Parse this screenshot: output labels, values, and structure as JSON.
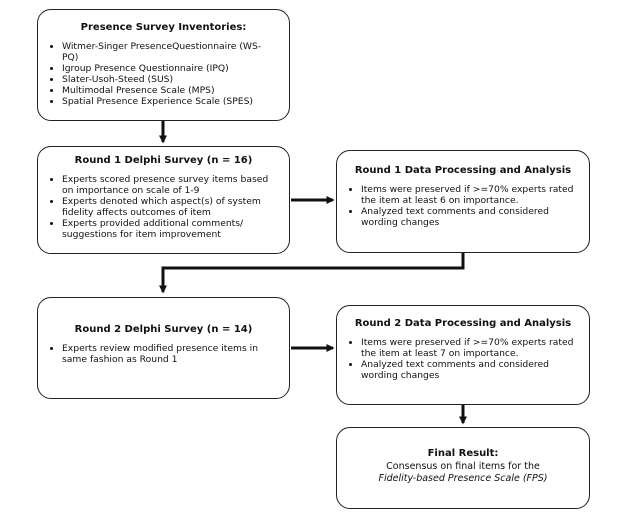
{
  "boxes": {
    "inventories": {
      "title": "Presence Survey Inventories:",
      "items": [
        "Witmer-Singer PresenceQuestionnaire (WS-PQ)",
        "Igroup Presence Questionnaire (IPQ)",
        "Slater-Usoh-Steed (SUS)",
        "Multimodal Presence Scale (MPS)",
        "Spatial Presence Experience Scale (SPES)"
      ]
    },
    "round1_survey": {
      "title": "Round 1 Delphi Survey (n = 16)",
      "items": [
        "Experts scored presence survey items based on importance on scale of 1-9",
        "Experts denoted which aspect(s) of system fidelity affects outcomes of item",
        "Experts provided additional comments/ suggestions for item improvement"
      ]
    },
    "round1_analysis": {
      "title": "Round 1 Data Processing and Analysis",
      "items": [
        "Items were preserved if >=70% experts rated the item at least 6 on importance.",
        "Analyzed text comments and considered wording changes"
      ]
    },
    "round2_survey": {
      "title": "Round 2 Delphi Survey (n = 14)",
      "items": [
        "Experts review modified presence items in same fashion as Round 1"
      ]
    },
    "round2_analysis": {
      "title": "Round 2 Data Processing and Analysis",
      "items": [
        "Items were preserved if >=70% experts rated the item at least 7 on importance.",
        "Analyzed text comments and considered wording changes"
      ]
    },
    "final_result": {
      "title": "Final Result:",
      "line1": "Consensus on final items for the",
      "line2": "Fidelity-based Presence Scale (FPS)"
    }
  },
  "colors": {
    "stroke": "#222222",
    "background": "#ffffff"
  }
}
